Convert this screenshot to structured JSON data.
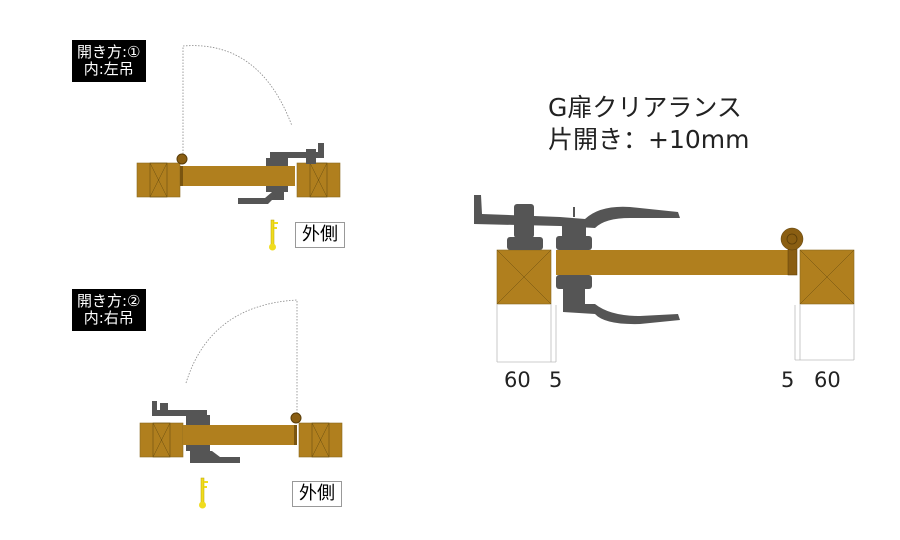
{
  "title": {
    "line1": "G扉クリアランス",
    "line2": "片開き：+10mm"
  },
  "diagram1": {
    "label_line1": "開き方:①",
    "label_line2": "内:左吊",
    "outside_label": "外側"
  },
  "diagram2": {
    "label_line1": "開き方:②",
    "label_line2": "内:右吊",
    "outside_label": "外側"
  },
  "dimensions": {
    "left_frame": "60",
    "left_gap": "5",
    "right_gap": "5",
    "right_frame": "60"
  },
  "colors": {
    "wood": "#b07f1e",
    "hardware": "#555555",
    "key": "#f0dc1e",
    "hinge": "#8a5e12"
  }
}
